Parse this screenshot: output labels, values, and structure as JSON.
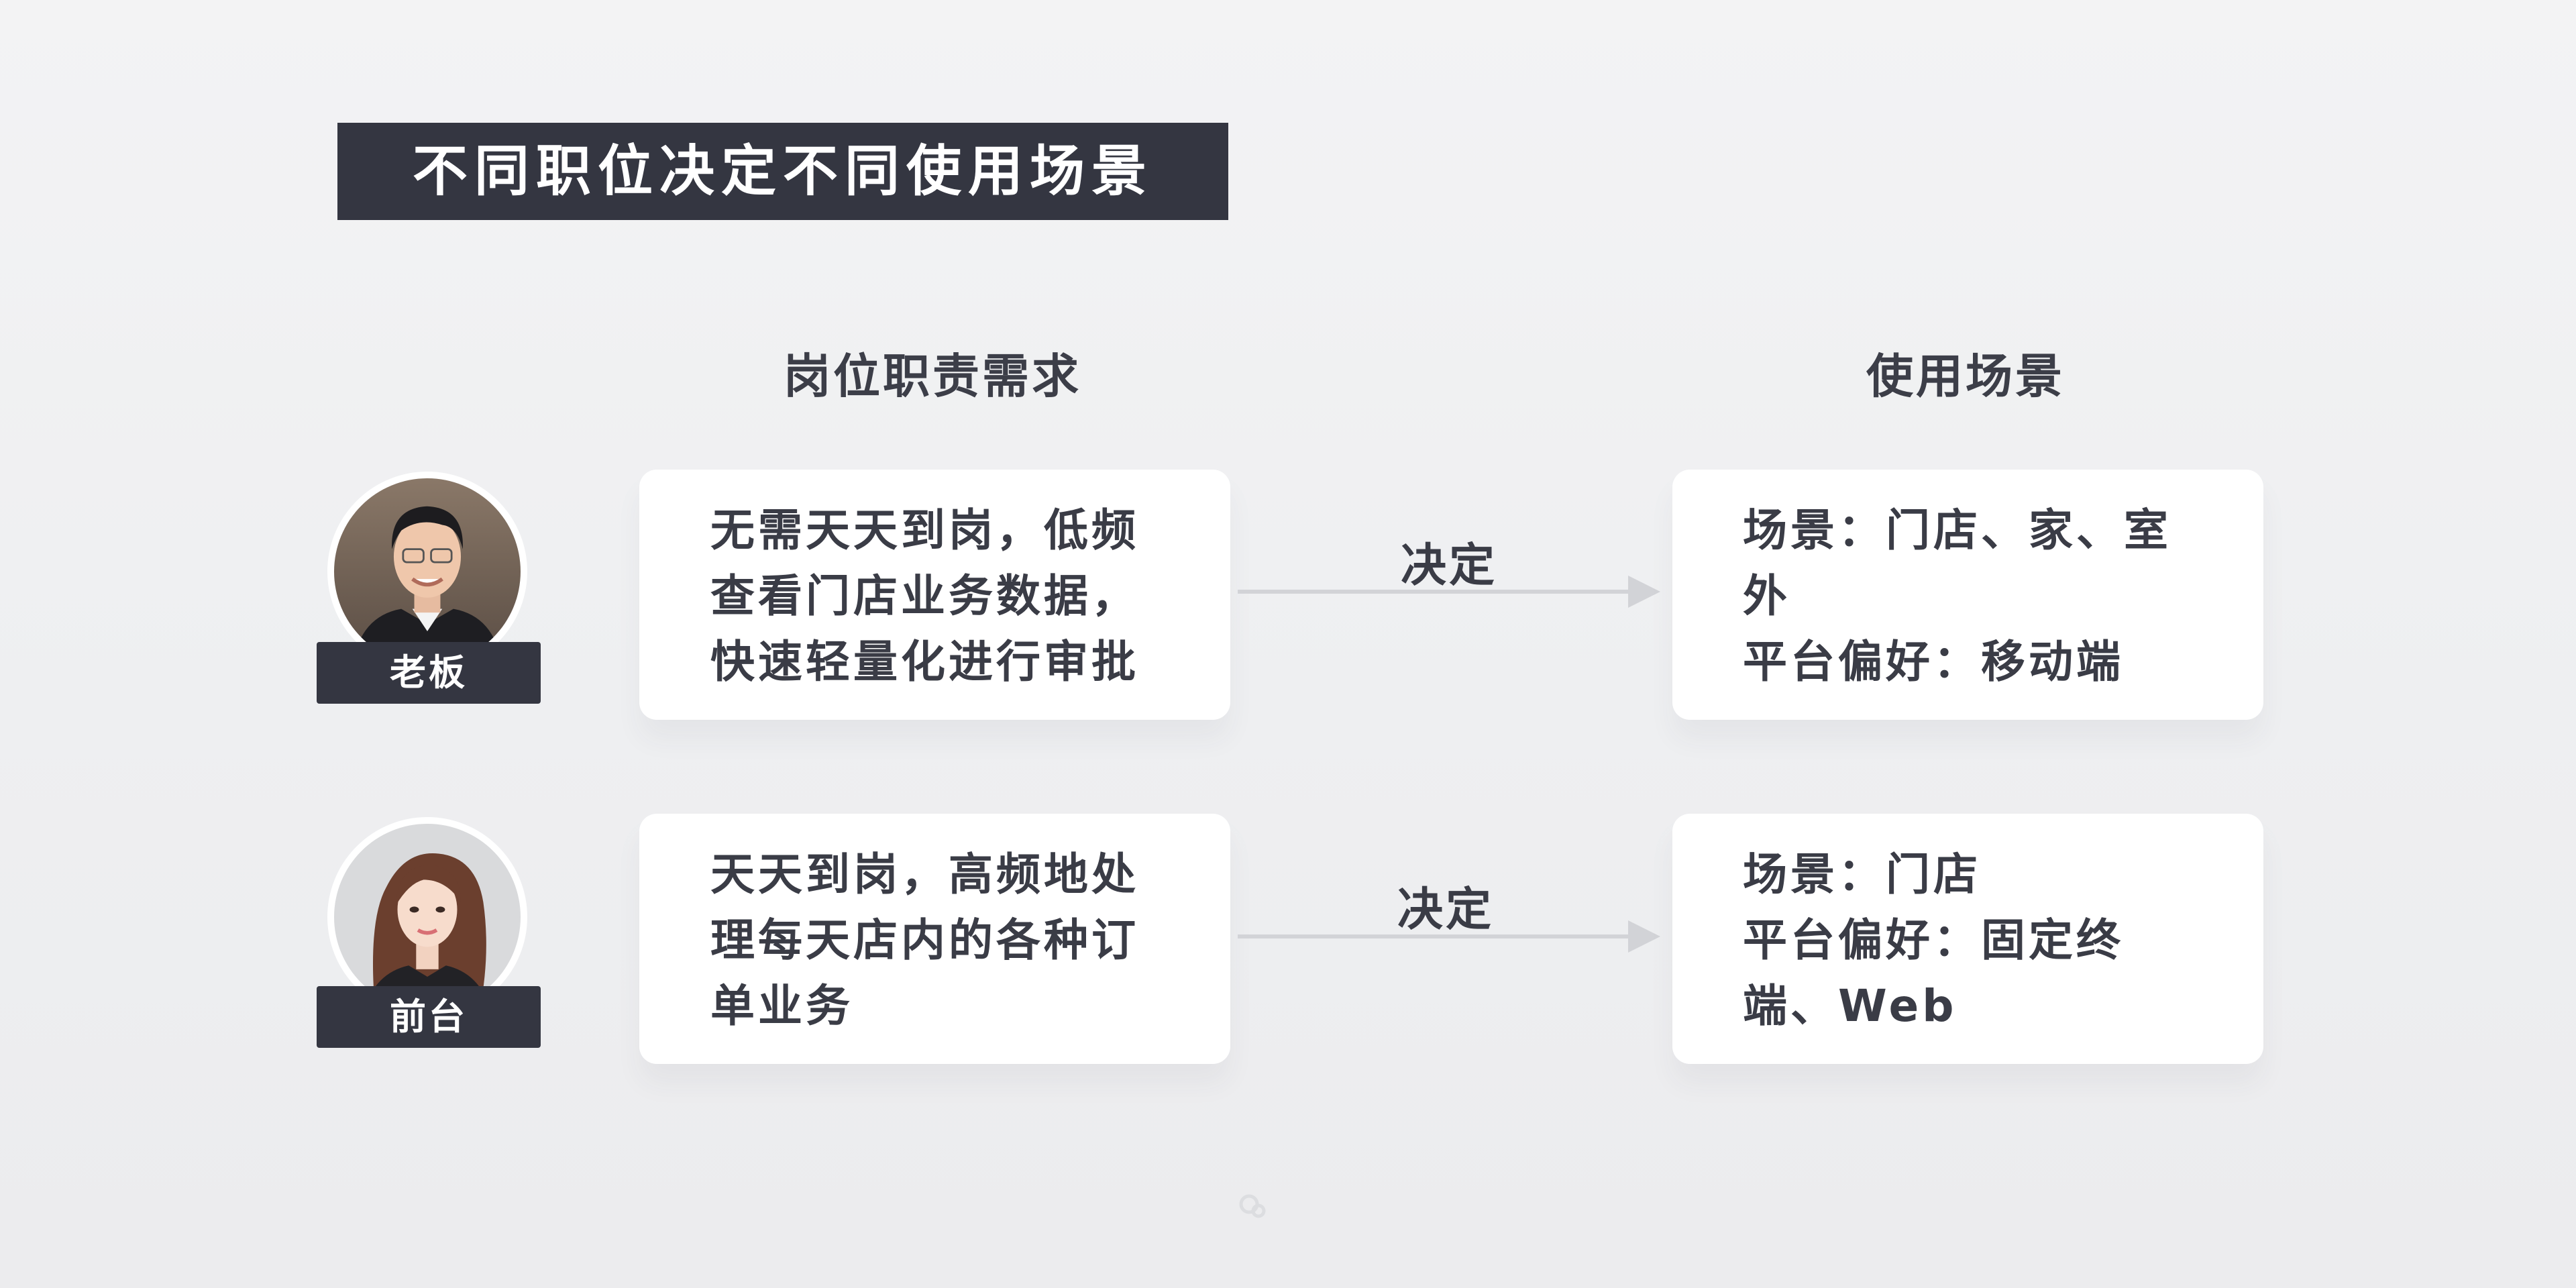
{
  "title": "不同职位决定不同使用场景",
  "headers": {
    "duty": "岗位职责需求",
    "scene": "使用场景"
  },
  "rows": [
    {
      "role": "老板",
      "avatar_icon": "man-portrait",
      "duty": "无需天天到岗，低频\n查看门店业务数据，\n快速轻量化进行审批",
      "arrow_label": "决定",
      "scene": "场景：门店、家、室\n外\n平台偏好：移动端"
    },
    {
      "role": "前台",
      "avatar_icon": "woman-portrait",
      "duty": "天天到岗，高频地处\n理每天店内的各种订\n单业务",
      "arrow_label": "决定",
      "scene": "场景：门店\n平台偏好：固定终\n端、Web"
    }
  ],
  "colors": {
    "dark": "#343641",
    "text": "#3a3c46",
    "background": "#f0f1f3",
    "arrow": "#d2d3d7"
  }
}
